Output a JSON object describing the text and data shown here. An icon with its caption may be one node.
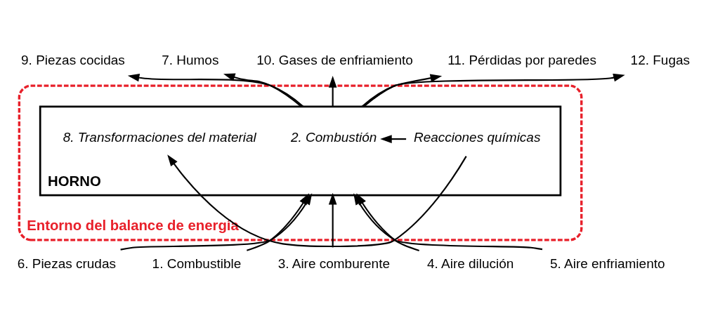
{
  "diagram": {
    "nodes": [
      {
        "text": [
          "Entorno del balance de energía"
        ]
      },
      {
        "text": [
          "HORNO"
        ],
        "in": 0
      },
      {
        "text": [
          "Reacciones químicas"
        ],
        "in": 1
      },
      {
        "text": [
          "2. Combustión"
        ],
        "in": 1
      },
      {
        "text": [
          "8. Transformaciones del material"
        ],
        "in": 1
      },
      {
        "text": [
          "6. Piezas crudas"
        ]
      },
      {
        "text": [
          "9. Piezas cocidas"
        ]
      },
      {
        "text": [
          "7. Humos"
        ]
      },
      {
        "text": [
          "10. Gases de enfriamiento"
        ]
      },
      {
        "text": [
          "11. Pérdidas por paredes"
        ]
      },
      {
        "text": [
          "12. Fugas"
        ]
      },
      {
        "text": [
          "1. Combustible"
        ]
      },
      {
        "text": [
          "3. Aire comburente"
        ]
      },
      {
        "text": [
          "4. Aire dilución"
        ]
      },
      {
        "text": [
          "5. Aire enfriamiento"
        ]
      }
    ],
    "edges": [
      {
        "from": 2,
        "to": 3,
        "arrow": "to"
      },
      {
        "from": 2,
        "to": 4,
        "arrow": "to"
      },
      {
        "from": 5,
        "to": 1,
        "arrow": "to"
      },
      {
        "from": 1,
        "to": 6,
        "arrow": "to"
      },
      {
        "from": 1,
        "to": 7,
        "arrow": "to"
      },
      {
        "from": 1,
        "to": 8,
        "arrow": "to"
      },
      {
        "from": 1,
        "to": 9,
        "arrow": "to"
      },
      {
        "from": 1,
        "to": 10,
        "arrow": "to"
      },
      {
        "from": 11,
        "to": 1,
        "arrow": "to"
      },
      {
        "from": 12,
        "to": 1,
        "arrow": "to"
      },
      {
        "from": 13,
        "to": 1,
        "arrow": "to"
      },
      {
        "from": 14,
        "to": 1,
        "arrow": "to"
      }
    ]
  }
}
